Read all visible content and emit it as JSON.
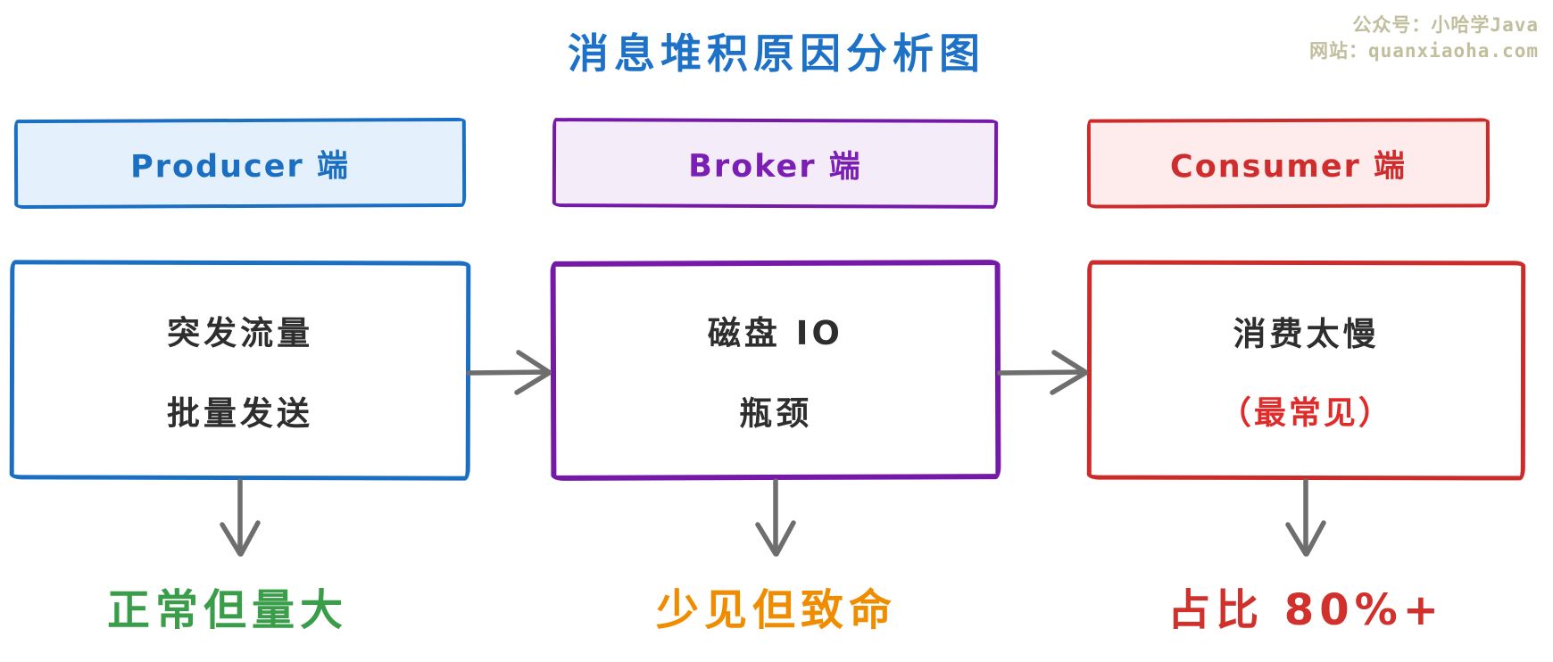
{
  "title": "消息堆积原因分析图",
  "watermark": {
    "line1": "公众号：小哈学Java",
    "line2": "网站：quanxiaoha.com"
  },
  "columns": [
    {
      "id": "producer",
      "header": "Producer 端",
      "causes": [
        "突发流量",
        "批量发送"
      ],
      "note": "",
      "verdict": "正常但量大",
      "colors": {
        "border": "#1b6fc2",
        "fill": "#e4f0fc",
        "text": "#1b6fc2",
        "verdict": "#3a9d4a"
      }
    },
    {
      "id": "broker",
      "header": "Broker 端",
      "causes": [
        "磁盘 IO",
        "瓶颈"
      ],
      "note": "",
      "verdict": "少见但致命",
      "colors": {
        "border": "#7519a8",
        "fill": "#f5ecfa",
        "text": "#7b1fb4",
        "verdict": "#f08c00"
      }
    },
    {
      "id": "consumer",
      "header": "Consumer 端",
      "causes": [
        "消费太慢"
      ],
      "note": "（最常见）",
      "verdict": "占比 80%+",
      "colors": {
        "border": "#cd2a2a",
        "fill": "#fdeceb",
        "text": "#cf2d2d",
        "verdict": "#d0312d"
      }
    }
  ],
  "colors": {
    "title": "#1d72c8",
    "watermark": "#b6b38b",
    "arrow": "#6e6e6e",
    "cause_text": "#2e2e2e",
    "note_text": "#e02b2b"
  }
}
